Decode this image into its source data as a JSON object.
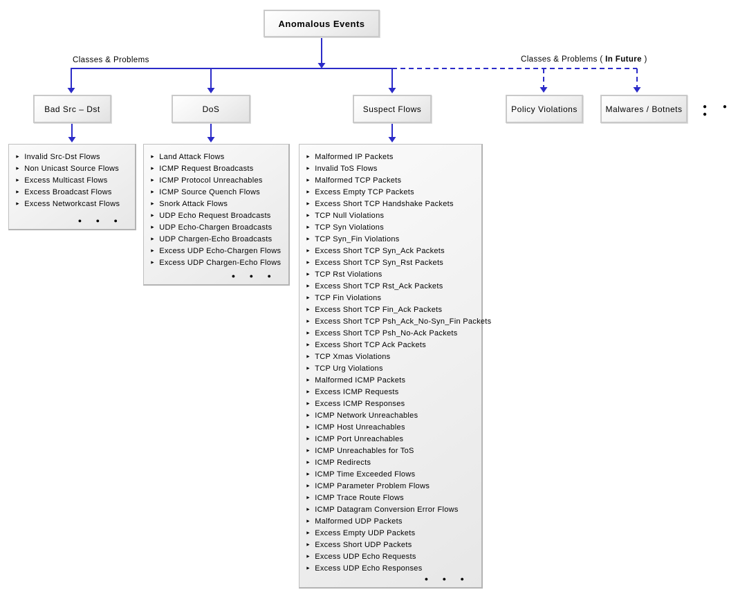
{
  "colors": {
    "connector": "#2b2bc8",
    "box_border": "#c9c9c9",
    "text": "#000000"
  },
  "root": {
    "label": "Anomalous Events"
  },
  "branch_labels": {
    "left": "Classes & Problems",
    "right_prefix": "Classes & Problems ( ",
    "right_bold": "In Future",
    "right_suffix": " )"
  },
  "ellipsis": "● ● ●",
  "more_categories": "● ● ●",
  "categories": [
    {
      "id": "bad-src-dst",
      "label": "Bad Src – Dst",
      "items": [
        "Invalid Src-Dst Flows",
        "Non Unicast Source Flows",
        "Excess Multicast Flows",
        "Excess Broadcast Flows",
        "Excess Networkcast Flows"
      ]
    },
    {
      "id": "dos",
      "label": "DoS",
      "items": [
        "Land Attack Flows",
        "ICMP Request Broadcasts",
        "ICMP Protocol Unreachables",
        "ICMP Source Quench Flows",
        "Snork Attack Flows",
        "UDP Echo Request Broadcasts",
        "UDP Echo-Chargen Broadcasts",
        "UDP Chargen-Echo Broadcasts",
        "Excess UDP Echo-Chargen Flows",
        "Excess UDP Chargen-Echo Flows"
      ]
    },
    {
      "id": "suspect-flows",
      "label": "Suspect Flows",
      "items": [
        "Malformed IP Packets",
        "Invalid ToS Flows",
        "Malformed TCP Packets",
        "Excess Empty TCP Packets",
        "Excess Short TCP Handshake Packets",
        "TCP Null Violations",
        "TCP Syn Violations",
        "TCP Syn_Fin Violations",
        "Excess Short TCP Syn_Ack Packets",
        "Excess Short TCP Syn_Rst Packets",
        "TCP Rst Violations",
        "Excess Short TCP Rst_Ack Packets",
        "TCP Fin Violations",
        "Excess Short TCP Fin_Ack Packets",
        "Excess Short TCP Psh_Ack_No-Syn_Fin Packets",
        "Excess Short TCP Psh_No-Ack Packets",
        "Excess Short TCP Ack Packets",
        "TCP Xmas Violations",
        "TCP Urg Violations",
        "Malformed ICMP Packets",
        "Excess ICMP Requests",
        "Excess ICMP Responses",
        "ICMP Network Unreachables",
        "ICMP Host Unreachables",
        "ICMP Port Unreachables",
        "ICMP Unreachables for ToS",
        "ICMP Redirects",
        "ICMP Time Exceeded Flows",
        "ICMP Parameter Problem Flows",
        "ICMP Trace Route Flows",
        "ICMP Datagram Conversion Error Flows",
        "Malformed UDP Packets",
        "Excess Empty UDP Packets",
        "Excess Short UDP Packets",
        "Excess UDP Echo Requests",
        "Excess UDP Echo Responses"
      ]
    },
    {
      "id": "policy-violations",
      "label": "Policy Violations",
      "items": []
    },
    {
      "id": "malwares-botnets",
      "label": "Malwares / Botnets",
      "items": []
    }
  ]
}
